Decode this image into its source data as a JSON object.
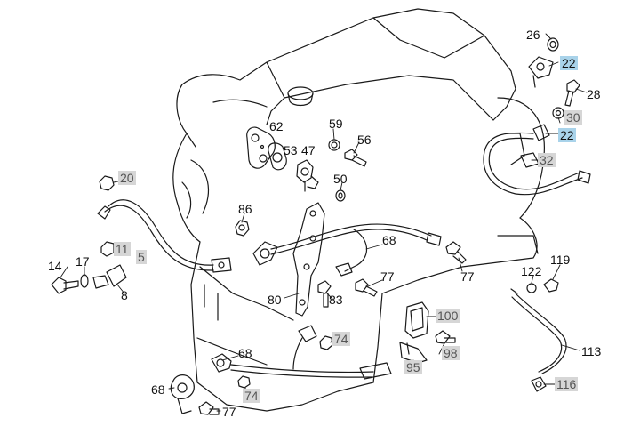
{
  "diagram": {
    "highlight_colors": {
      "selected": "#a9d3ea",
      "muted": "#d6d6d6"
    },
    "callouts": [
      {
        "id": "c26a",
        "text": "26",
        "style": "plain"
      },
      {
        "id": "c22a",
        "text": "22",
        "style": "selected"
      },
      {
        "id": "c28",
        "text": "28",
        "style": "plain"
      },
      {
        "id": "c30",
        "text": "30",
        "style": "muted"
      },
      {
        "id": "c22b",
        "text": "22",
        "style": "selected"
      },
      {
        "id": "c32",
        "text": "32",
        "style": "muted"
      },
      {
        "id": "c62",
        "text": "62",
        "style": "plain"
      },
      {
        "id": "c59",
        "text": "59",
        "style": "plain"
      },
      {
        "id": "c53",
        "text": "53",
        "style": "plain"
      },
      {
        "id": "c47",
        "text": "47",
        "style": "plain"
      },
      {
        "id": "c56",
        "text": "56",
        "style": "plain"
      },
      {
        "id": "c50",
        "text": "50",
        "style": "plain"
      },
      {
        "id": "c20",
        "text": "20",
        "style": "muted"
      },
      {
        "id": "c86",
        "text": "86",
        "style": "plain"
      },
      {
        "id": "c68a",
        "text": "68",
        "style": "plain"
      },
      {
        "id": "c11",
        "text": "11",
        "style": "muted"
      },
      {
        "id": "c5",
        "text": "5",
        "style": "muted"
      },
      {
        "id": "c14",
        "text": "14",
        "style": "plain"
      },
      {
        "id": "c17",
        "text": "17",
        "style": "plain"
      },
      {
        "id": "c8",
        "text": "8",
        "style": "plain"
      },
      {
        "id": "c77a",
        "text": "77",
        "style": "plain"
      },
      {
        "id": "c77b",
        "text": "77",
        "style": "plain"
      },
      {
        "id": "c122",
        "text": "122",
        "style": "plain"
      },
      {
        "id": "c119",
        "text": "119",
        "style": "plain"
      },
      {
        "id": "c80",
        "text": "80",
        "style": "plain"
      },
      {
        "id": "c83",
        "text": "83",
        "style": "plain"
      },
      {
        "id": "c100",
        "text": "100",
        "style": "muted"
      },
      {
        "id": "c74a",
        "text": "74",
        "style": "muted"
      },
      {
        "id": "c68b",
        "text": "68",
        "style": "plain"
      },
      {
        "id": "c98",
        "text": "98",
        "style": "muted"
      },
      {
        "id": "c95",
        "text": "95",
        "style": "muted"
      },
      {
        "id": "c113",
        "text": "113",
        "style": "plain"
      },
      {
        "id": "c116",
        "text": "116",
        "style": "muted"
      },
      {
        "id": "c68c",
        "text": "68",
        "style": "plain"
      },
      {
        "id": "c74b",
        "text": "74",
        "style": "muted"
      },
      {
        "id": "c77c",
        "text": "77",
        "style": "plain"
      }
    ]
  }
}
